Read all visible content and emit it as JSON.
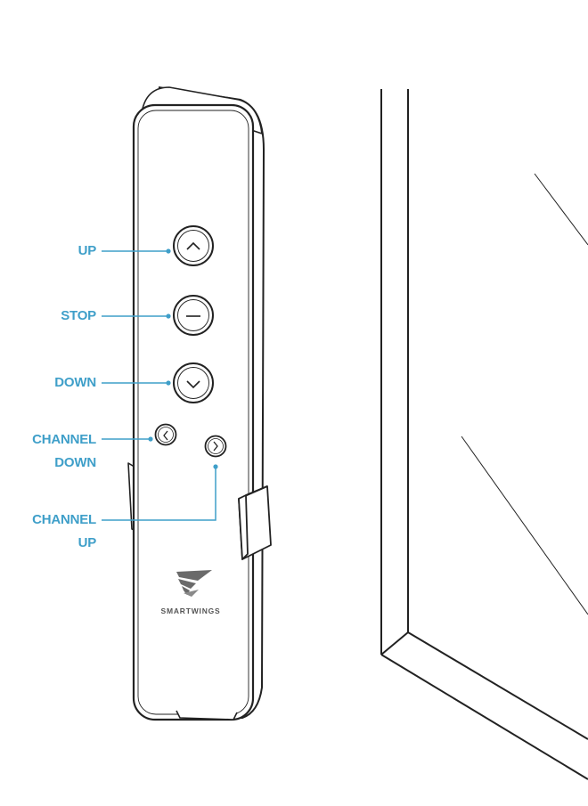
{
  "colors": {
    "accent": "#3f9fc9",
    "line": "#222222",
    "background": "#ffffff"
  },
  "remote": {
    "brand": "SMARTWINGS",
    "brand_icon": "smartwings-logo-icon",
    "buttons": [
      {
        "id": "up",
        "icon": "chevron-up-icon"
      },
      {
        "id": "stop",
        "icon": "minus-icon"
      },
      {
        "id": "down",
        "icon": "chevron-down-icon"
      },
      {
        "id": "channel-down",
        "icon": "chevron-left-icon"
      },
      {
        "id": "channel-up",
        "icon": "chevron-right-icon"
      }
    ]
  },
  "callouts": {
    "up": "UP",
    "stop": "STOP",
    "down": "DOWN",
    "channel_down": [
      "CHANNEL",
      "DOWN"
    ],
    "channel_up": [
      "CHANNEL",
      "UP"
    ]
  }
}
